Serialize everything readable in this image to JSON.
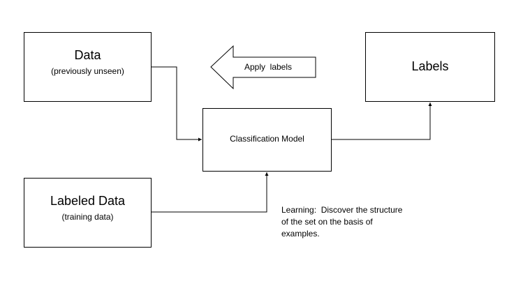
{
  "diagram": {
    "data_box": {
      "title": "Data",
      "subtitle": "(previously unseen)"
    },
    "labels_box": {
      "title": "Labels"
    },
    "model_box": {
      "title": "Classification Model"
    },
    "labeled_box": {
      "title": "Labeled Data",
      "subtitle": "(training data)"
    },
    "apply_arrow": {
      "label": "Apply  labels"
    },
    "learning_note": {
      "text": "Learning:  Discover the structure of the set on the basis of examples."
    }
  }
}
